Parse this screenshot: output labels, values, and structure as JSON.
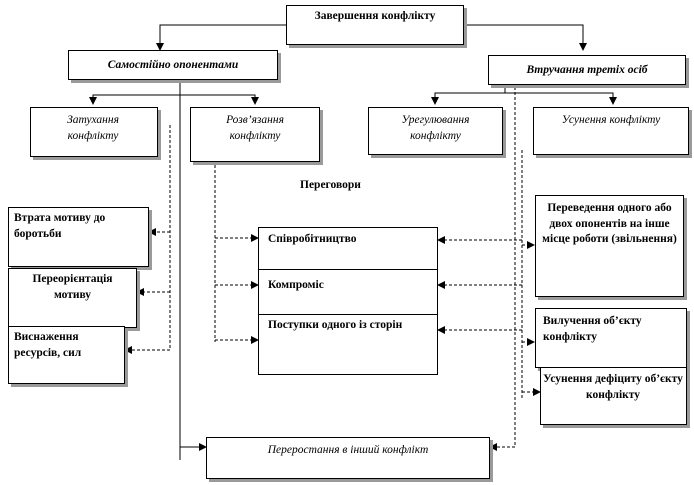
{
  "root": "Завершення конфлікту",
  "self_resolution": "Самостійно опонентами",
  "third_party": "Втручання третіх осіб",
  "fading": "Затухання конфлікту",
  "resolution": "Розв’язання конфлікту",
  "settlement": "Урегулювання конфлікту",
  "elimination": "Усунення конфлікту",
  "negotiations": "Переговори",
  "fading_items": [
    "Втрата мотиву до боротьби",
    "Переорієнтація мотиву",
    "Виснаження ресурсів, сил"
  ],
  "negotiation_items": [
    "Співробітництво",
    "Компроміс",
    "Поступки одного із сторін"
  ],
  "elimination_items": [
    "Переведення одного або двох опонентів на інше місце роботи (звільнення)",
    "Вилучення об’єкту конфлікту",
    "Усунення дефіциту об’єкту конфлікту"
  ],
  "transition": "Переростання в інший конфлікт"
}
